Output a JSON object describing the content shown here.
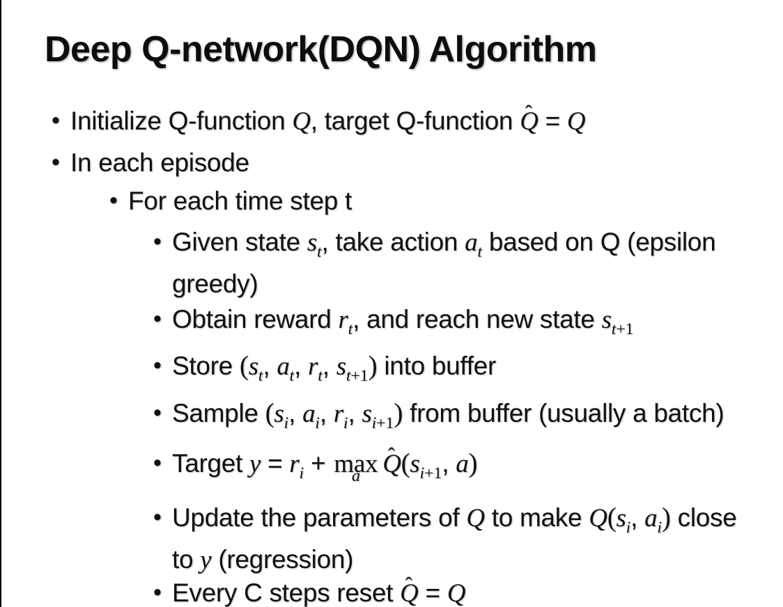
{
  "slide": {
    "title": "Deep Q-network(DQN) Algorithm",
    "bullets": [
      {
        "level": 1,
        "lines": [
          [
            {
              "s": "p",
              "t": "Initialize Q-function "
            },
            {
              "s": "m",
              "t": "Q"
            },
            {
              "s": "p",
              "t": ", target Q-function "
            },
            {
              "s": "mhat",
              "t": "Q"
            },
            {
              "s": "p",
              "t": " = "
            },
            {
              "s": "m",
              "t": "Q"
            }
          ]
        ]
      },
      {
        "level": 1,
        "lines": [
          [
            {
              "s": "p",
              "t": "In each episode"
            }
          ]
        ]
      },
      {
        "level": 2,
        "lines": [
          [
            {
              "s": "p",
              "t": "For each time step t"
            }
          ]
        ]
      },
      {
        "level": 3,
        "lines": [
          [
            {
              "s": "p",
              "t": "Given state "
            },
            {
              "s": "m",
              "t": "s"
            },
            {
              "s": "sub",
              "t": "t"
            },
            {
              "s": "p",
              "t": ", take action "
            },
            {
              "s": "m",
              "t": "a"
            },
            {
              "s": "sub",
              "t": "t"
            },
            {
              "s": "p",
              "t": " based on Q (epsilon"
            }
          ],
          [
            {
              "s": "p",
              "t": "greedy)"
            }
          ]
        ]
      },
      {
        "level": 3,
        "lines": [
          [
            {
              "s": "p",
              "t": "Obtain reward "
            },
            {
              "s": "m",
              "t": "r"
            },
            {
              "s": "sub",
              "t": "t"
            },
            {
              "s": "p",
              "t": ", and reach new state "
            },
            {
              "s": "m",
              "t": "s"
            },
            {
              "s": "sub",
              "t": "t+1"
            }
          ]
        ]
      },
      {
        "level": 3,
        "lines": [
          [
            {
              "s": "p",
              "t": "Store "
            },
            {
              "s": "d",
              "t": "("
            },
            {
              "s": "m",
              "t": "s"
            },
            {
              "s": "sub",
              "t": "t"
            },
            {
              "s": "p",
              "t": ", "
            },
            {
              "s": "m",
              "t": "a"
            },
            {
              "s": "sub",
              "t": "t"
            },
            {
              "s": "p",
              "t": ", "
            },
            {
              "s": "m",
              "t": "r"
            },
            {
              "s": "sub",
              "t": "t"
            },
            {
              "s": "p",
              "t": ", "
            },
            {
              "s": "m",
              "t": "s"
            },
            {
              "s": "sub",
              "t": "t+1"
            },
            {
              "s": "d",
              "t": ")"
            },
            {
              "s": "p",
              "t": " into buffer"
            }
          ]
        ]
      },
      {
        "level": 3,
        "lines": [
          [
            {
              "s": "p",
              "t": "Sample "
            },
            {
              "s": "d",
              "t": "("
            },
            {
              "s": "m",
              "t": "s"
            },
            {
              "s": "sub",
              "t": "i"
            },
            {
              "s": "p",
              "t": ", "
            },
            {
              "s": "m",
              "t": "a"
            },
            {
              "s": "sub",
              "t": "i"
            },
            {
              "s": "p",
              "t": ", "
            },
            {
              "s": "m",
              "t": "r"
            },
            {
              "s": "sub",
              "t": "i"
            },
            {
              "s": "p",
              "t": ", "
            },
            {
              "s": "m",
              "t": "s"
            },
            {
              "s": "sub",
              "t": "i+1"
            },
            {
              "s": "d",
              "t": ")"
            },
            {
              "s": "p",
              "t": " from buffer (usually a batch)"
            }
          ]
        ]
      },
      {
        "level": 3,
        "lines": [
          [
            {
              "s": "p",
              "t": "Target "
            },
            {
              "s": "m",
              "t": "y"
            },
            {
              "s": "p",
              "t": " = "
            },
            {
              "s": "m",
              "t": "r"
            },
            {
              "s": "sub",
              "t": "i"
            },
            {
              "s": "p",
              "t": " + "
            },
            {
              "s": "munder",
              "t": "max",
              "u": "a"
            },
            {
              "s": "mhat",
              "t": "Q"
            },
            {
              "s": "d",
              "t": "("
            },
            {
              "s": "m",
              "t": "s"
            },
            {
              "s": "sub",
              "t": "i+1"
            },
            {
              "s": "p",
              "t": ", "
            },
            {
              "s": "m",
              "t": "a"
            },
            {
              "s": "d",
              "t": ")"
            }
          ]
        ]
      },
      {
        "level": 3,
        "lines": [
          [
            {
              "s": "p",
              "t": "Update the parameters of "
            },
            {
              "s": "m",
              "t": "Q"
            },
            {
              "s": "p",
              "t": " to make "
            },
            {
              "s": "m",
              "t": "Q"
            },
            {
              "s": "d",
              "t": "("
            },
            {
              "s": "m",
              "t": "s"
            },
            {
              "s": "sub",
              "t": "i"
            },
            {
              "s": "p",
              "t": ", "
            },
            {
              "s": "m",
              "t": "a"
            },
            {
              "s": "sub",
              "t": "i"
            },
            {
              "s": "d",
              "t": ")"
            },
            {
              "s": "p",
              "t": " close"
            }
          ],
          [
            {
              "s": "p",
              "t": "to "
            },
            {
              "s": "m",
              "t": "y"
            },
            {
              "s": "p",
              "t": " (regression)"
            }
          ]
        ]
      },
      {
        "level": 3,
        "lines": [
          [
            {
              "s": "p",
              "t": "Every C steps reset "
            },
            {
              "s": "mhat",
              "t": "Q"
            },
            {
              "s": "p",
              "t": " = "
            },
            {
              "s": "m",
              "t": "Q"
            }
          ]
        ]
      }
    ],
    "bullet_glyph": "•",
    "hat_glyph": "ˆ"
  },
  "colors": {
    "background": "#ffffff",
    "text": "#111111",
    "border": "#000000"
  }
}
